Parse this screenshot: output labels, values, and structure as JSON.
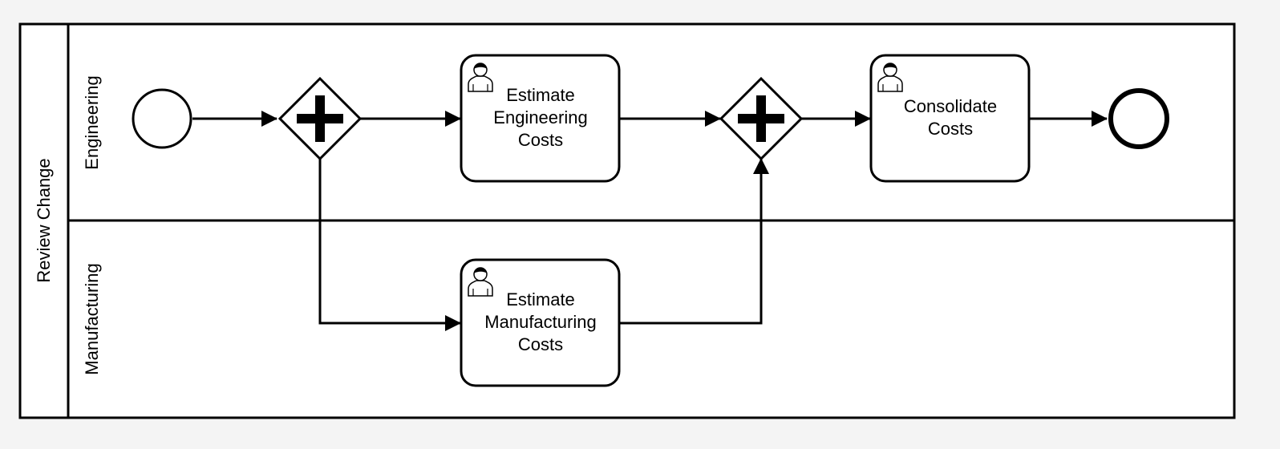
{
  "pool": {
    "label": "Review Change"
  },
  "lanes": [
    {
      "id": "engineering",
      "label": "Engineering"
    },
    {
      "id": "manufacturing",
      "label": "Manufacturing"
    }
  ],
  "tasks": [
    {
      "id": "estimate-engineering-costs",
      "type": "user-task",
      "icon": "user-icon",
      "lines": [
        "Estimate",
        "Engineering",
        "Costs"
      ]
    },
    {
      "id": "consolidate-costs",
      "type": "user-task",
      "icon": "user-icon",
      "lines": [
        "Consolidate",
        "Costs"
      ]
    },
    {
      "id": "estimate-manufacturing-costs",
      "type": "user-task",
      "icon": "user-icon",
      "lines": [
        "Estimate",
        "Manufacturing",
        "Costs"
      ]
    }
  ],
  "events": [
    {
      "id": "start-event",
      "type": "start"
    },
    {
      "id": "end-event",
      "type": "end"
    }
  ],
  "gateways": [
    {
      "id": "split-gateway",
      "type": "parallel"
    },
    {
      "id": "join-gateway",
      "type": "parallel"
    }
  ],
  "flows": [
    {
      "from": "start-event",
      "to": "split-gateway"
    },
    {
      "from": "split-gateway",
      "to": "estimate-engineering-costs"
    },
    {
      "from": "split-gateway",
      "to": "estimate-manufacturing-costs"
    },
    {
      "from": "estimate-engineering-costs",
      "to": "join-gateway"
    },
    {
      "from": "estimate-manufacturing-costs",
      "to": "join-gateway"
    },
    {
      "from": "join-gateway",
      "to": "consolidate-costs"
    },
    {
      "from": "consolidate-costs",
      "to": "end-event"
    }
  ],
  "colors": {
    "stroke": "#000000",
    "fill": "#ffffff",
    "background": "#f4f4f4"
  }
}
